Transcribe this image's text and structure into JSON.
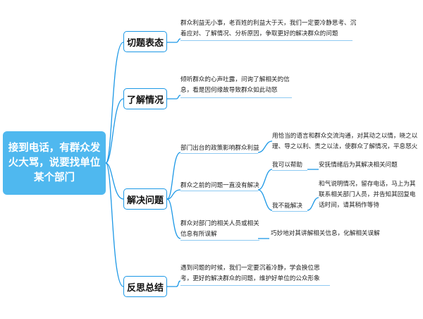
{
  "root": {
    "label": "接到电话，有群众发火大骂，说要找单位某个部门"
  },
  "colors": {
    "root_fill": "#4fb8ef",
    "branch_stroke": "#1c98e6",
    "connector": "#1c98e6",
    "underline": "#8fcaf2"
  },
  "branches": [
    {
      "label": "切题表态",
      "text": "群众利益无小事，老百姓的利益大于天，我们一定要冷静思考、沉着应对、了解情况、分析原因，争取更好的解决群众的问题"
    },
    {
      "label": "了解情况",
      "text": "倾听群众的心声吐露，问询了解相关的信息，看是因何缘故导致群众如此动怒"
    },
    {
      "label": "解决问题",
      "sub": [
        {
          "label": "部门出台的政策影响群众利益",
          "detail": "用恰当的语言和群众交流沟通，对其动之以情，晓之以理、导之以利、责之以法，使群众了解情况，平息怒火"
        },
        {
          "label": "群众之前的问题一直没有解决",
          "cases": [
            {
              "label": "我可以帮助",
              "detail": "安抚情绪后为其解决相关问题"
            },
            {
              "label": "我不能解决",
              "detail": "和气说明情况，留存电话，马上为其联系相关部门人员，并告知其回复电话时间，请其稍作等待"
            }
          ]
        },
        {
          "label": "群众对部门的相关人员或相关信息有所误解",
          "detail": "巧妙地对其讲解相关信息，化解相关误解"
        }
      ]
    },
    {
      "label": "反思总结",
      "text": "遇到问题的时候，我们一定要沉着冷静，学会换位思考，更好的解决群众的问题，维护好单位的公众形象"
    }
  ]
}
